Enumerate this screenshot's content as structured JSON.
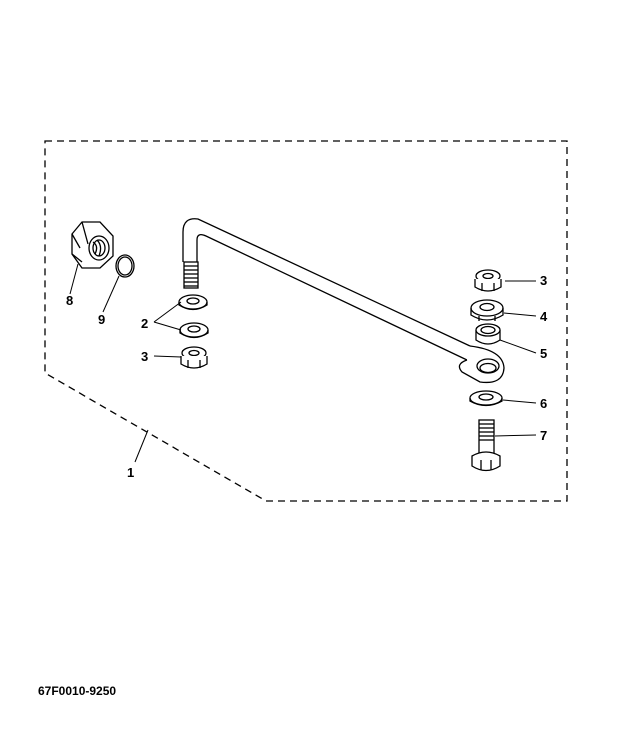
{
  "diagram": {
    "part_labels": {
      "p1": "1",
      "p2": "2",
      "p3_left": "3",
      "p3_right": "3",
      "p4": "4",
      "p5": "5",
      "p6": "6",
      "p7": "7",
      "p8": "8",
      "p9": "9"
    },
    "drawing_code": "67F0010-9250"
  },
  "colors": {
    "line": "#000000",
    "background": "#ffffff"
  }
}
